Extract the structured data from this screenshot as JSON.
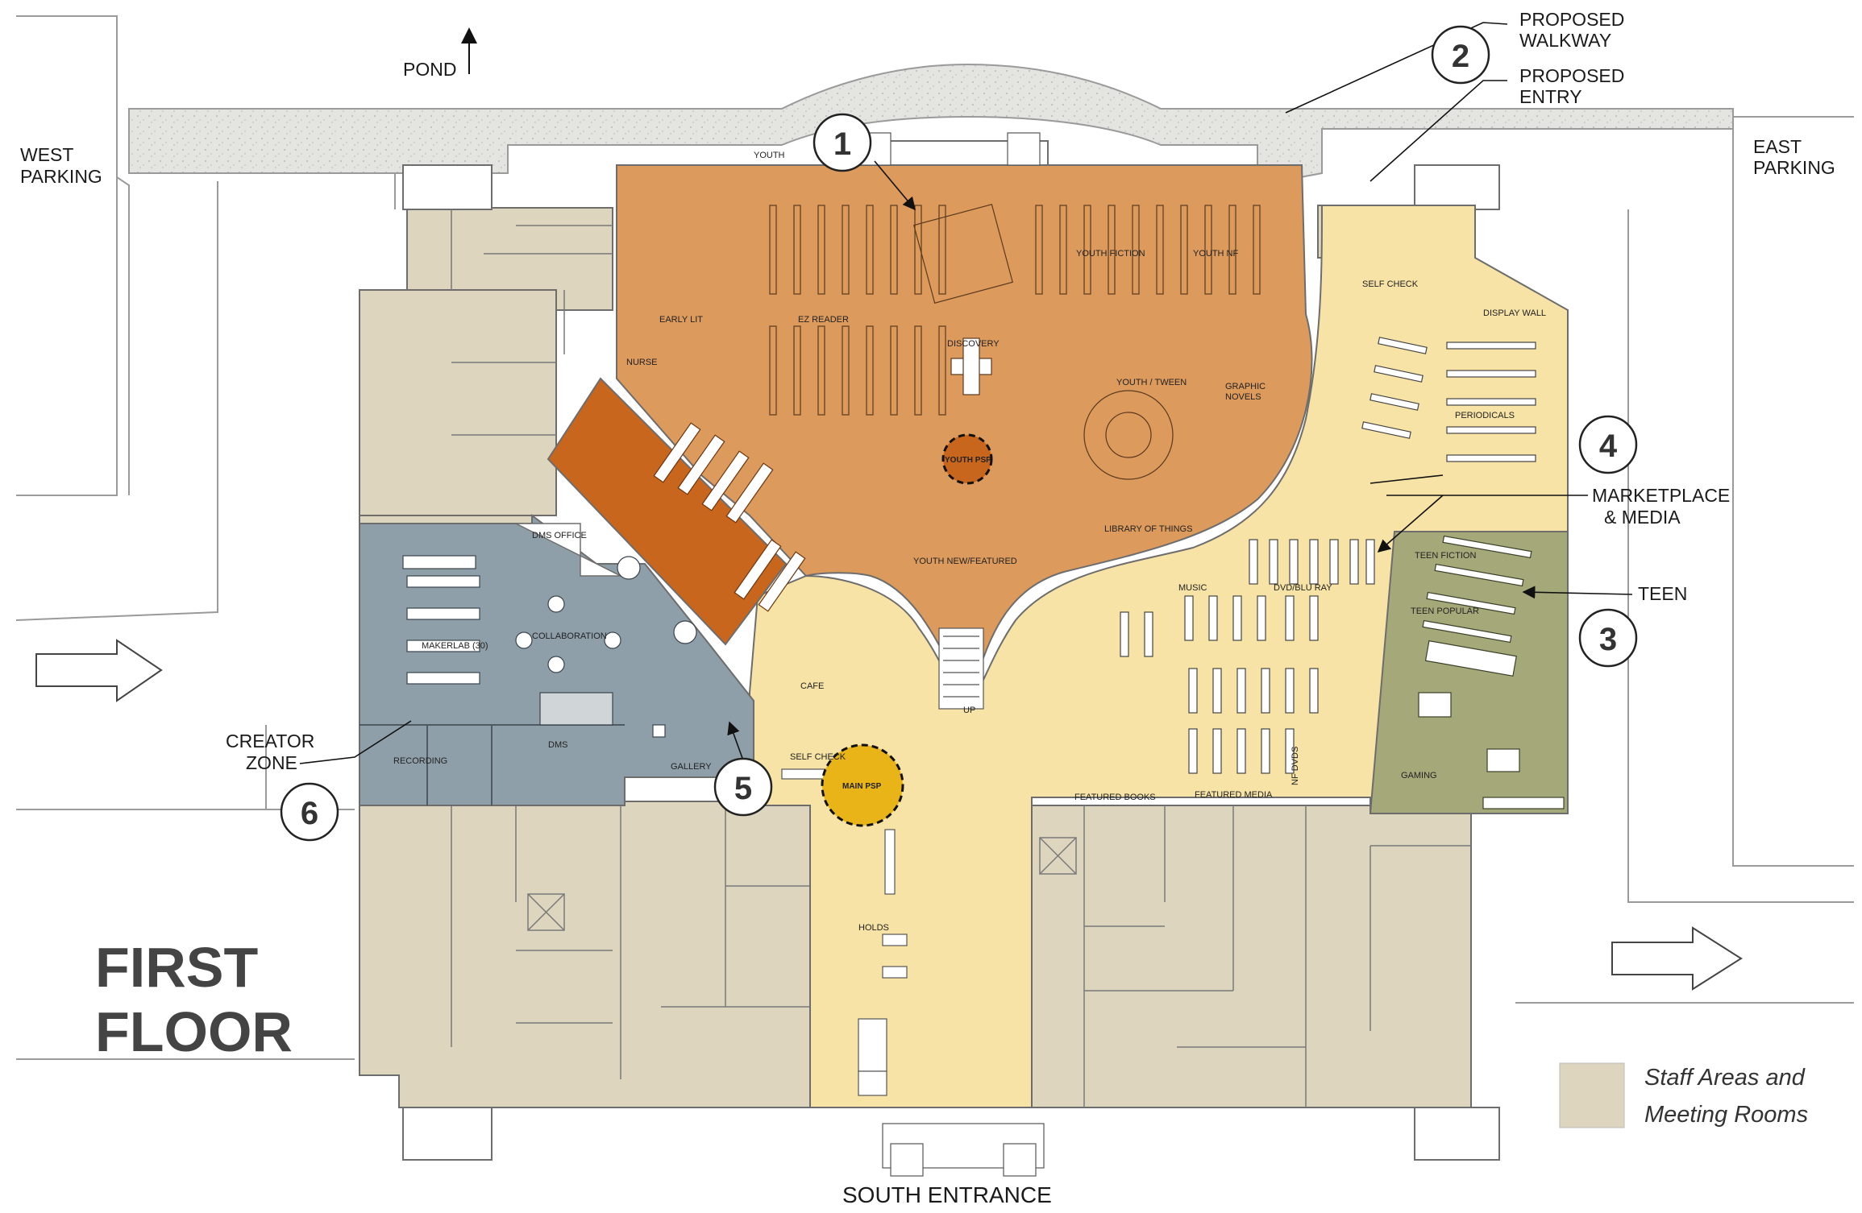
{
  "title": {
    "line1": "FIRST",
    "line2": "FLOOR"
  },
  "site": {
    "pond": "POND",
    "west_parking": [
      "WEST",
      "PARKING"
    ],
    "east_parking": [
      "EAST",
      "PARKING"
    ],
    "south_entrance": "SOUTH ENTRANCE"
  },
  "annotations": {
    "proposed_walkway": [
      "PROPOSED",
      "WALKWAY"
    ],
    "proposed_entry": [
      "PROPOSED",
      "ENTRY"
    ],
    "marketplace_media": [
      "MARKETPLACE",
      "& MEDIA"
    ],
    "teen": "TEEN",
    "creator_zone": [
      "CREATOR",
      "ZONE"
    ]
  },
  "callouts": [
    "1",
    "2",
    "3",
    "4",
    "5",
    "6"
  ],
  "rooms": {
    "youth": "YOUTH",
    "early_lit": "EARLY LIT",
    "ez_reader": "EZ READER",
    "discovery": "DISCOVERY",
    "youth_fiction": "YOUTH FICTION",
    "youth_nf": "YOUTH NF",
    "youth_tween": "YOUTH / TWEEN",
    "graphic_novels": [
      "GRAPHIC",
      "NOVELS"
    ],
    "youth_psp": "YOUTH PSP",
    "youth_new_featured": "YOUTH NEW/FEATURED",
    "library_of_things": "LIBRARY OF THINGS",
    "nurse": "NURSE",
    "dms_office": "DMS OFFICE",
    "collaboration": "COLLABORATION",
    "makerlab": "MAKERLAB (30)",
    "dms": "DMS",
    "recording": "RECORDING",
    "gallery": "GALLERY",
    "cafe": "CAFE",
    "self_check_main": "SELF CHECK",
    "main_psp": "MAIN PSP",
    "holds": "HOLDS",
    "up": "UP",
    "self_check_east": "SELF CHECK",
    "display_wall": "DISPLAY WALL",
    "periodicals": "PERIODICALS",
    "music": "MUSIC",
    "dvd_blu_ray": "DVD/BLU RAY",
    "nf_dvds": "NF DVDS",
    "featured_books": "FEATURED BOOKS",
    "featured_media": "FEATURED MEDIA",
    "teen_fiction": "TEEN FICTION",
    "teen_popular": "TEEN POPULAR",
    "gaming": "GAMING"
  },
  "legend": {
    "staff_areas": [
      "Staff Areas and",
      "Meeting Rooms"
    ]
  },
  "colors": {
    "youth": "#dc9a5c",
    "youth_dark": "#c8661e",
    "marketplace": "#f7e3a5",
    "teen": "#a5a97a",
    "creator": "#8e9fa9",
    "staff": "#ddd5bd",
    "psp_main": "#e8b418",
    "psp_youth": "#c8661e",
    "walkway": "#e6e6e2"
  }
}
